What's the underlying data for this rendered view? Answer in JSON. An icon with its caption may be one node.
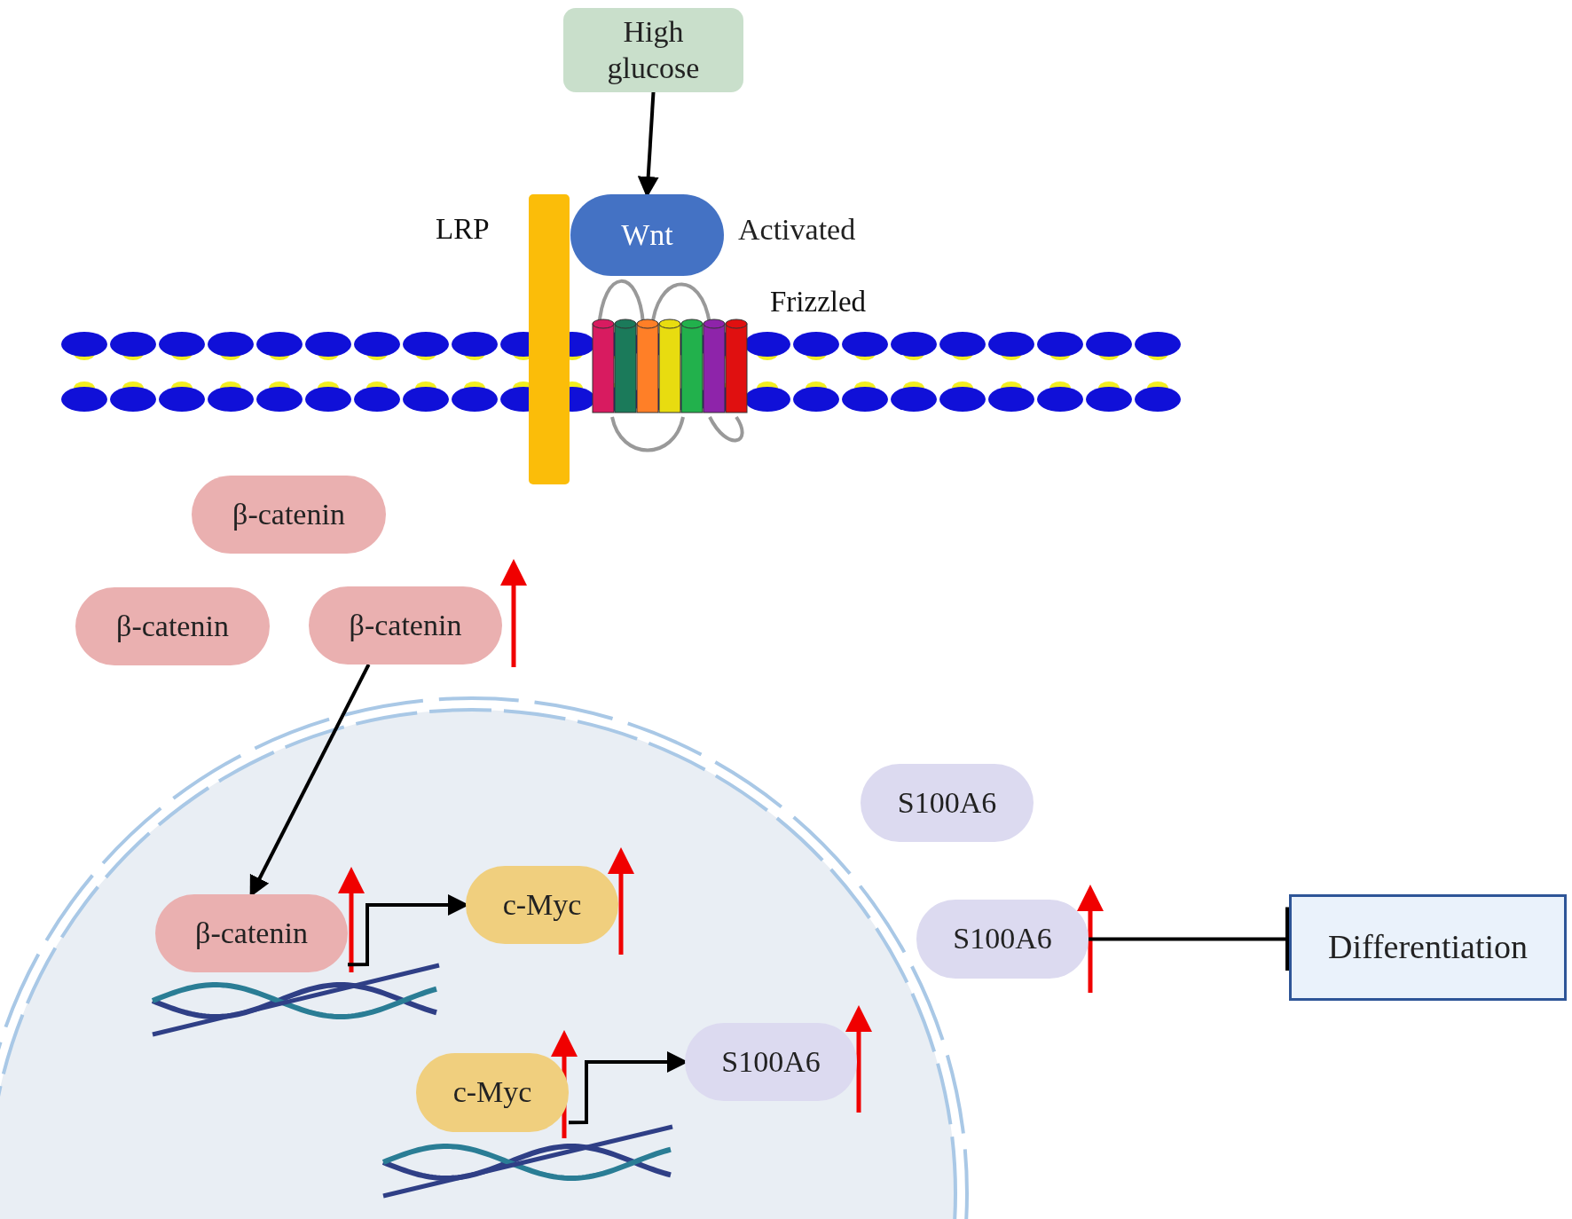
{
  "diagram": {
    "nodes": [
      {
        "text": [
          "High glucose"
        ]
      },
      {
        "text": [
          "Wnt"
        ],
        "beside": [
          "Activated"
        ]
      },
      {
        "text": [
          "β-catenin"
        ]
      },
      {
        "text": [
          "β-catenin"
        ]
      },
      {
        "text": [
          "β-catenin"
        ]
      },
      {
        "text": [
          "β-catenin"
        ]
      },
      {
        "text": [
          "c-Myc"
        ]
      },
      {
        "text": [
          "c-Myc"
        ]
      },
      {
        "text": [
          "S100A6"
        ]
      },
      {
        "text": [
          "S100A6"
        ]
      },
      {
        "text": [
          "S100A6"
        ]
      },
      {
        "text": [
          "Differentiation"
        ]
      }
    ],
    "edges": [
      {
        "from": 0,
        "to": 1,
        "arrow": "to"
      },
      {
        "from": 4,
        "to": 5,
        "arrow": "to"
      },
      {
        "from": 5,
        "to": 6,
        "arrow": "to"
      },
      {
        "from": 7,
        "to": 8,
        "arrow": "to"
      },
      {
        "from": 10,
        "to": 11,
        "arrow": "other"
      }
    ],
    "labels": [
      "LRP",
      "Frizzled"
    ]
  }
}
